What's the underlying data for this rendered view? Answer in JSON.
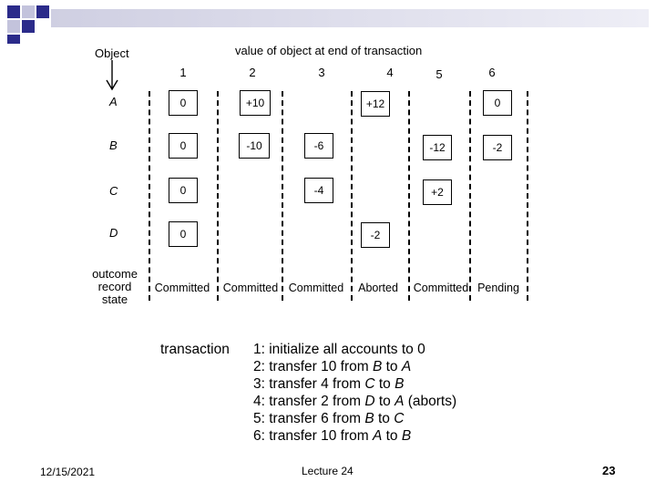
{
  "diagram": {
    "object_label": "Object",
    "title": "value of object at end of transaction",
    "columns": [
      "1",
      "2",
      "3",
      "4",
      "5",
      "6"
    ],
    "rows": [
      "A",
      "B",
      "C",
      "D"
    ],
    "cells": {
      "A": [
        "0",
        "+10",
        "",
        "+12",
        "",
        "0"
      ],
      "B": [
        "0",
        "-10",
        "-6",
        "",
        "-12",
        "-2"
      ],
      "C": [
        "0",
        "",
        "-4",
        "",
        "+2",
        ""
      ],
      "D": [
        "0",
        "",
        "",
        "-2",
        "",
        ""
      ]
    },
    "outcome_label": [
      "outcome",
      "record",
      "state"
    ],
    "states": [
      "Committed",
      "Committed",
      "Committed",
      "Aborted",
      "Committed",
      "Pending"
    ]
  },
  "transactions": {
    "heading": "transaction",
    "items": [
      {
        "num": "1:",
        "parts": [
          "initialize all accounts to 0"
        ]
      },
      {
        "num": "2:",
        "parts": [
          "transfer 10 from ",
          "B",
          " to ",
          "A"
        ]
      },
      {
        "num": "3:",
        "parts": [
          "transfer 4 from ",
          "C",
          " to ",
          "B"
        ]
      },
      {
        "num": "4:",
        "parts": [
          "transfer 2 from ",
          "D",
          " to ",
          "A",
          " (aborts)"
        ]
      },
      {
        "num": "5:",
        "parts": [
          "transfer 6 from ",
          "B",
          " to ",
          "C"
        ]
      },
      {
        "num": "6:",
        "parts": [
          "transfer 10 from ",
          "A",
          " to ",
          "B"
        ]
      }
    ]
  },
  "footer": {
    "date": "12/15/2021",
    "center": "Lecture 24",
    "page": "23"
  },
  "colors": {
    "deco_dark": "#2b2b8a",
    "deco_light": "#c3c3dc",
    "deco_bar": "#d9d9e6"
  }
}
